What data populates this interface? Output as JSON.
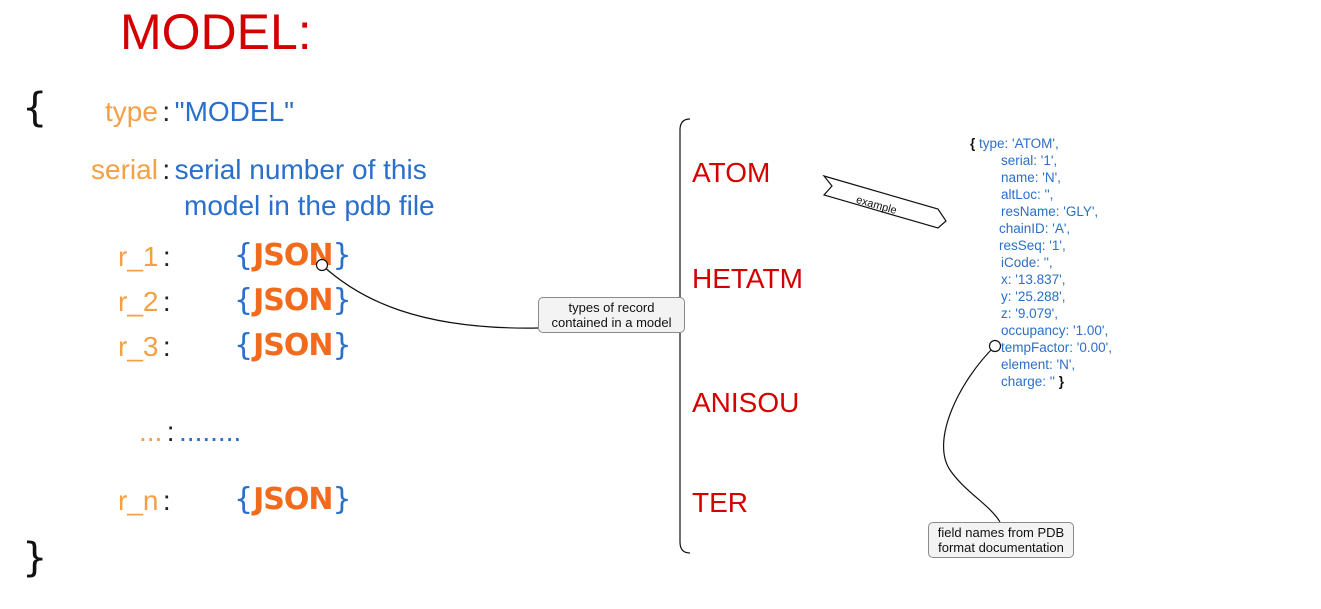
{
  "title": "MODEL:",
  "braces": {
    "open": "{",
    "close": "}"
  },
  "fields": {
    "type": {
      "key": "type",
      "colon": ":",
      "value": "\"MODEL\""
    },
    "serial": {
      "key": "serial",
      "colon": ":",
      "value_line1": "serial number of this",
      "value_line2": "model in the pdb file"
    },
    "r1": {
      "key": "r_1",
      "colon": ":"
    },
    "r2": {
      "key": "r_2",
      "colon": ":"
    },
    "r3": {
      "key": "r_3",
      "colon": ":"
    },
    "ellipsis": {
      "key": "...",
      "colon": ":",
      "value": "........"
    },
    "rn": {
      "key": "r_n",
      "colon": ":"
    }
  },
  "json_badge": {
    "open": "{",
    "label": "JSON",
    "close": "}"
  },
  "record_types": [
    "ATOM",
    "HETATM",
    "ANISOU",
    "TER"
  ],
  "callouts": {
    "record_types": {
      "line1": "types of record",
      "line2": "contained in a model"
    },
    "field_names": {
      "line1": "field names from PDB",
      "line2": "format documentation"
    },
    "example": "example"
  },
  "atom_example": {
    "open": "{",
    "first_line": "type: 'ATOM',",
    "lines": [
      "serial: '1',",
      "name: 'N',",
      "altLoc: '',",
      "resName: 'GLY',",
      "chainID: 'A',",
      "resSeq: '1',",
      "iCode: '',",
      "x: '13.837',",
      "y: '25.288',",
      "z: '9.079',",
      "occupancy: '1.00',",
      "tempFactor: '0.00',",
      "element: 'N',",
      "charge: ''"
    ],
    "close": "}"
  },
  "colors": {
    "title_red": "#d40000",
    "key_orange": "#f4a045",
    "value_blue": "#2a6fc9",
    "json_orange": "#f26a1b"
  }
}
